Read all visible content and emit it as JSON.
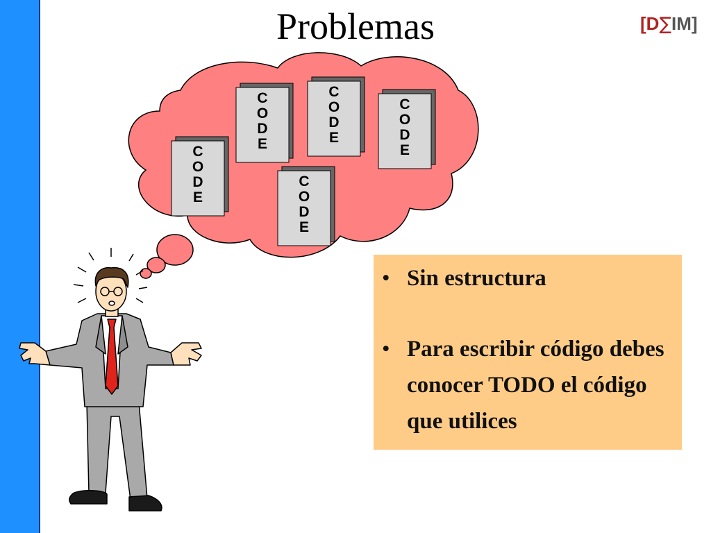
{
  "slide": {
    "title": "Problemas",
    "logo": {
      "left": "[D",
      "sigma": "∑",
      "right": "IM]"
    }
  },
  "thought_bubble": {
    "code_cards": [
      {
        "label": "CODE"
      },
      {
        "label": "CODE"
      },
      {
        "label": "CODE"
      },
      {
        "label": "CODE"
      },
      {
        "label": "CODE"
      }
    ]
  },
  "text_box": {
    "bullet_char": "•",
    "items": [
      {
        "text": "Sin estructura"
      },
      {
        "text": "Para escribir código debes conocer TODO el código que utilices"
      }
    ]
  },
  "colors": {
    "left_bar": "#1e90ff",
    "cloud": "#ff8080",
    "text_box": "#ffcc88",
    "card": "#d8d8d8",
    "suit": "#a9a9a9",
    "tie": "#e0241c"
  }
}
